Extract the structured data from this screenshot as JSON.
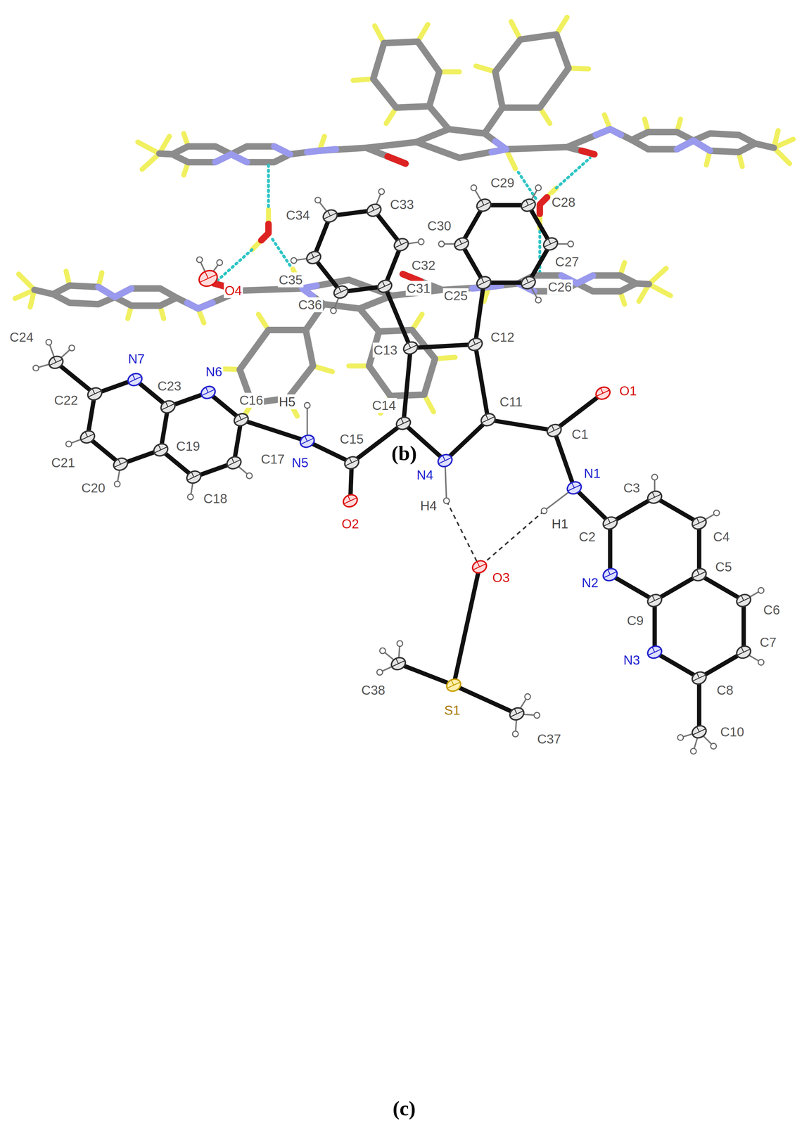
{
  "diagram": {
    "labels": [
      "(b)",
      "C34",
      "C33",
      "C29",
      "C28",
      "C32",
      "C30",
      "C27",
      "C35",
      "C26",
      "C36",
      "C31",
      "C25",
      "O4",
      "C24",
      "C22",
      "N7",
      "C23",
      "N6",
      "H5",
      "C13",
      "C12",
      "O1",
      "C21",
      "C16",
      "N5",
      "C15",
      "C14",
      "C11",
      "N4",
      "C1",
      "C19",
      "C20",
      "C18",
      "C17",
      "O2",
      "H4",
      "N1",
      "C2",
      "C3",
      "C4",
      "H1",
      "O3",
      "N2",
      "C9",
      "C5",
      "C6",
      "C38",
      "S1",
      "C37",
      "N3",
      "C8",
      "C7",
      "C10",
      "(c)"
    ]
  }
}
